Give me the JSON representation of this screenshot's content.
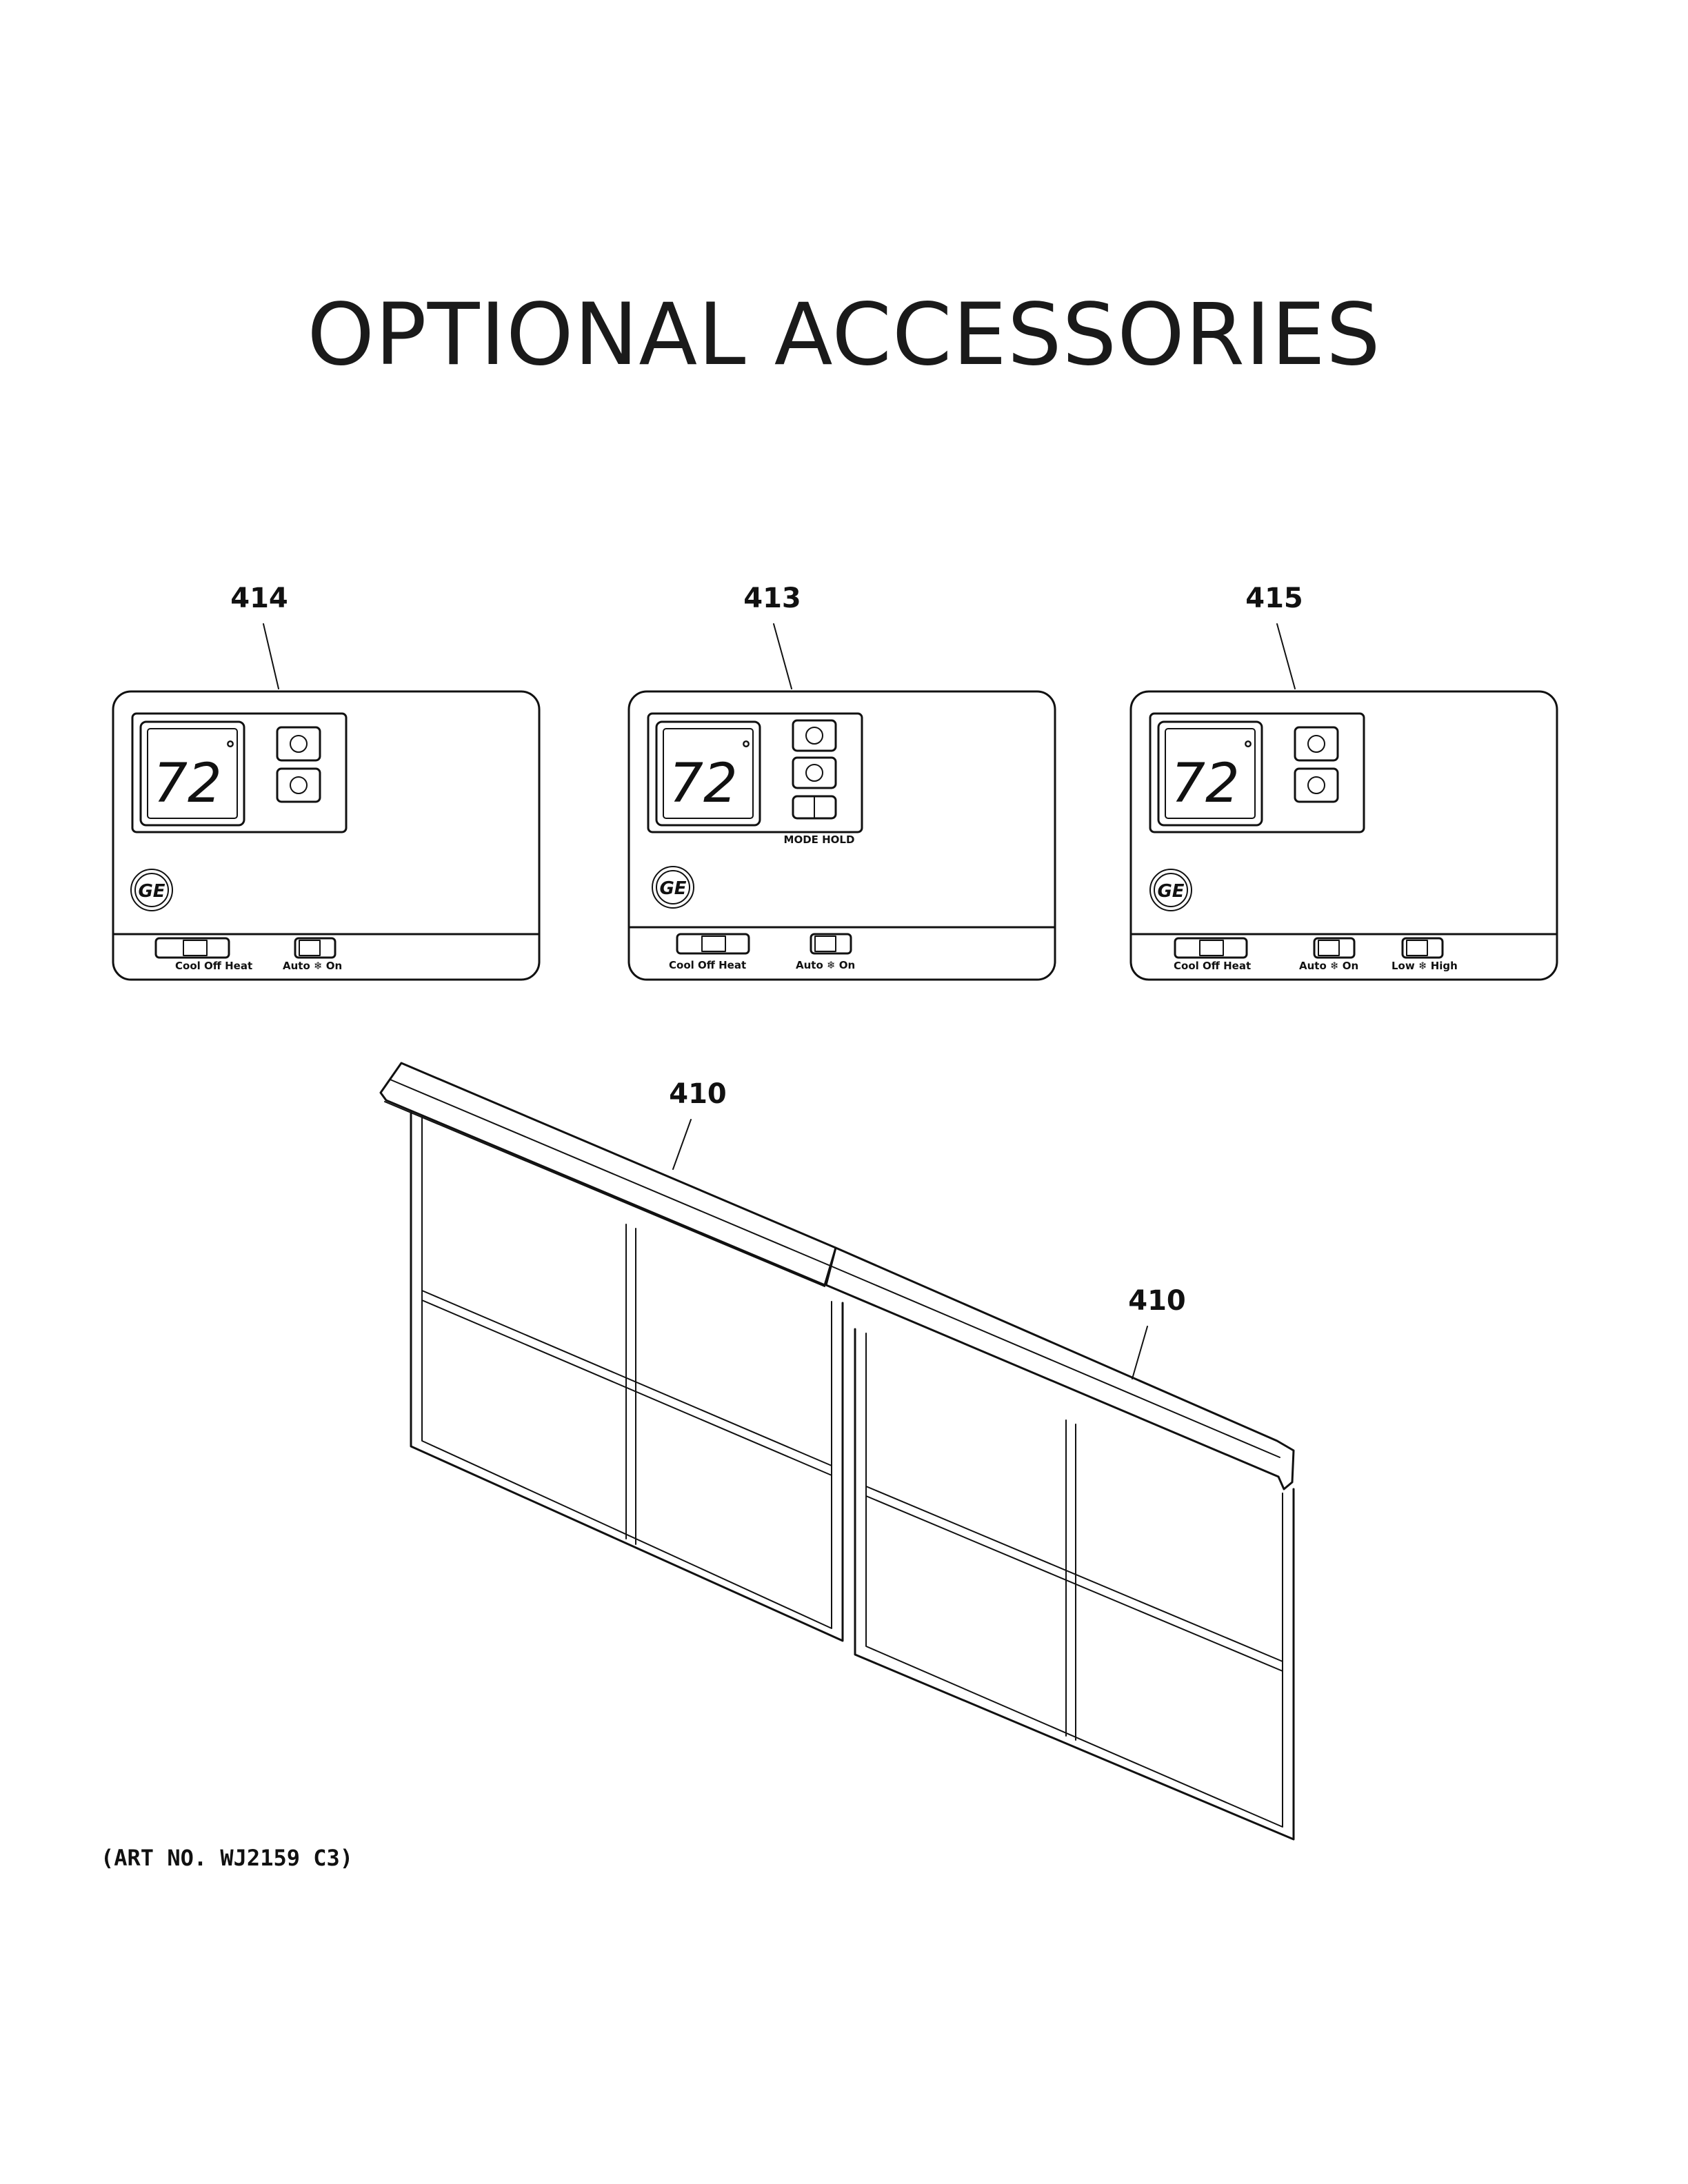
{
  "title": "OPTIONAL ACCESSORIES",
  "art_number": "(ART NO. WJ2159 C3)",
  "thermostats": [
    {
      "callout": "414",
      "display": "72",
      "degree": "°",
      "brand_logo": "GE",
      "mode_hold_label": "",
      "switch_labels": [
        "Cool Off Heat",
        "Auto ❄ On"
      ]
    },
    {
      "callout": "413",
      "display": "72",
      "degree": "°",
      "brand_logo": "GE",
      "mode_hold_label": "MODE HOLD",
      "switch_labels": [
        "Cool  Off  Heat",
        "Auto ❄ On"
      ]
    },
    {
      "callout": "415",
      "display": "72",
      "degree": "°",
      "brand_logo": "GE",
      "mode_hold_label": "",
      "switch_labels": [
        "Cool Off Heat",
        "Auto ❄ On",
        "Low ❄ High"
      ]
    }
  ],
  "filters": [
    {
      "callout": "410"
    },
    {
      "callout": "410"
    }
  ]
}
